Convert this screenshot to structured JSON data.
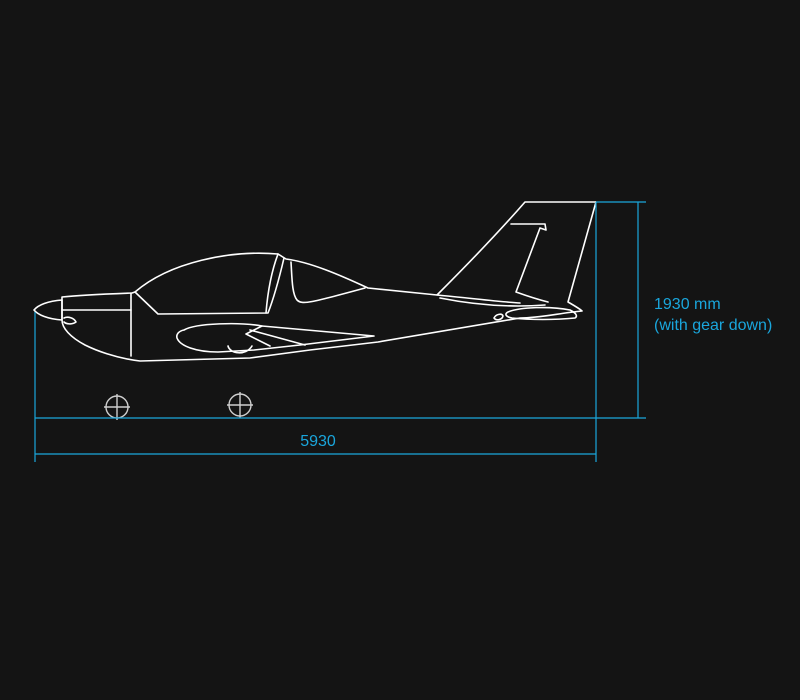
{
  "diagram": {
    "length_label": "5930",
    "height_label_line1": "1930 mm",
    "height_label_line2": "(with gear down)",
    "colors": {
      "background": "#141414",
      "outline": "#ffffff",
      "dimension": "#1aa6dc",
      "wheel": "#cfcfcf"
    },
    "icons": [
      "aircraft-side-view",
      "wheel-marker-icon"
    ]
  }
}
